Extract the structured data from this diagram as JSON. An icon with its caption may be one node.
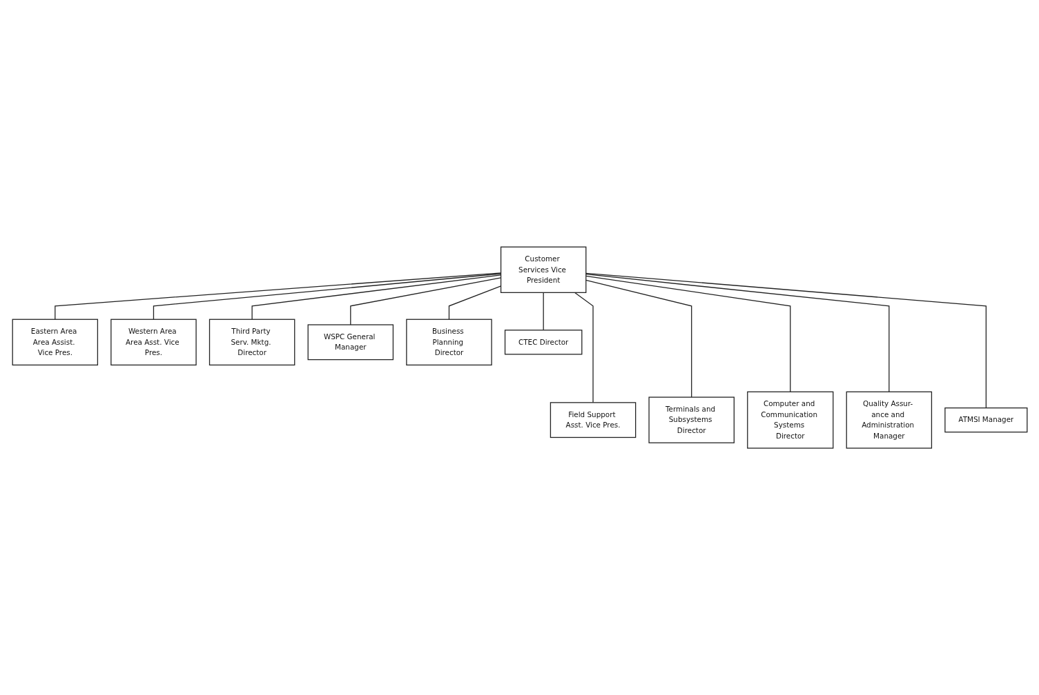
{
  "diagram": {
    "nodes": [
      {
        "text": [
          "Customer Services Vice President"
        ]
      },
      {
        "text": [
          "Eastern Area Area Assist. Vice Pres."
        ]
      },
      {
        "text": [
          "Western Area Area Asst. Vice Pres."
        ]
      },
      {
        "text": [
          "Third Party Serv. Mktg. Director"
        ]
      },
      {
        "text": [
          "WSPC General Manager"
        ]
      },
      {
        "text": [
          "Business Planning Director"
        ]
      },
      {
        "text": [
          "CTEC Director"
        ]
      },
      {
        "text": [
          "Field Support Asst. Vice Pres."
        ]
      },
      {
        "text": [
          "Terminals and Subsystems Director"
        ]
      },
      {
        "text": [
          "Computer and Communication Systems Director"
        ]
      },
      {
        "text": [
          "Quality Assur- ance and Administration Manager"
        ]
      },
      {
        "text": [
          "ATMSI Manager"
        ]
      }
    ],
    "edges": [
      {
        "from": 0,
        "to": 1,
        "arrow": "none"
      },
      {
        "from": 0,
        "to": 2,
        "arrow": "none"
      },
      {
        "from": 0,
        "to": 3,
        "arrow": "none"
      },
      {
        "from": 0,
        "to": 4,
        "arrow": "none"
      },
      {
        "from": 0,
        "to": 5,
        "arrow": "none"
      },
      {
        "from": 0,
        "to": 6,
        "arrow": "none"
      },
      {
        "from": 0,
        "to": 7,
        "arrow": "none"
      },
      {
        "from": 0,
        "to": 8,
        "arrow": "none"
      },
      {
        "from": 0,
        "to": 9,
        "arrow": "none"
      },
      {
        "from": 0,
        "to": 10,
        "arrow": "none"
      },
      {
        "from": 0,
        "to": 11,
        "arrow": "none"
      }
    ]
  }
}
